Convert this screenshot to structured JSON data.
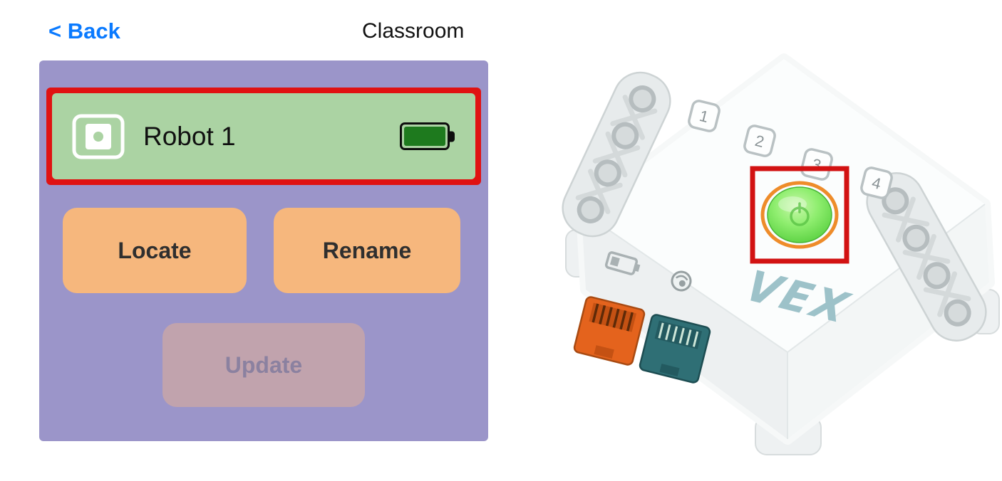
{
  "header": {
    "back": "< Back",
    "title": "Classroom"
  },
  "robot_panel": {
    "robot_row": {
      "name": "Robot 1",
      "battery_level": "full"
    },
    "locate_button": "Locate",
    "rename_button": "Rename",
    "update_button": "Update"
  },
  "device": {
    "brand": "VEX",
    "ports": [
      "1",
      "2",
      "3",
      "4"
    ],
    "power_button_state": "green-highlighted"
  },
  "colors": {
    "back_link_blue": "#0a7aff",
    "panel_purple": "#9b95c9",
    "robot_row_green": "#abd3a3",
    "highlight_red": "#e01212",
    "action_button_orange": "#f6b77d",
    "update_button_disabled": "#c1a3ad",
    "battery_fill_green": "#1e7a1e",
    "power_button_green": "#7ce765",
    "power_ring_orange": "#ee8c2a",
    "orange_port": "#e4631d",
    "teal_port": "#2f6f75"
  }
}
